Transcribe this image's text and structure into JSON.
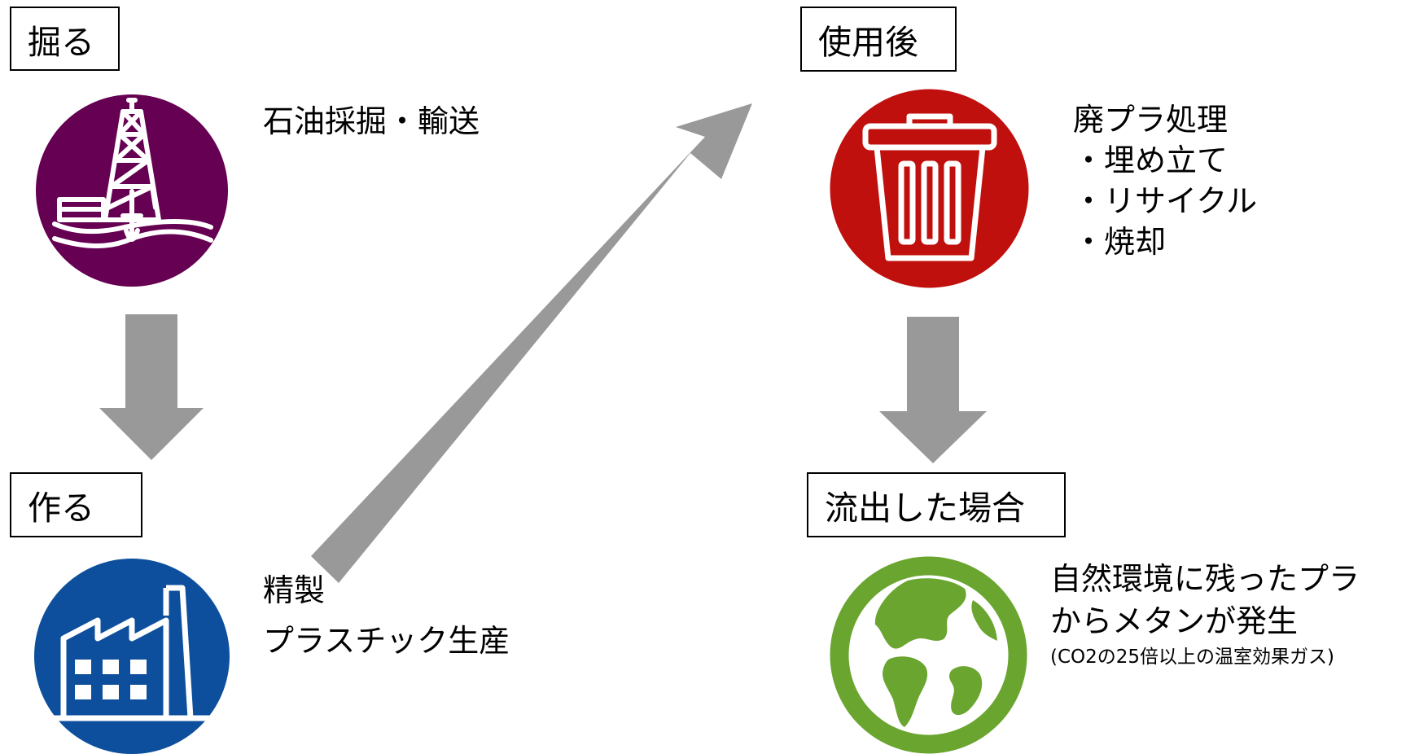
{
  "steps": {
    "dig": {
      "label": "掘る",
      "description": "石油採掘・輸送",
      "icon": "oil-rig-icon",
      "color": "#660052"
    },
    "make": {
      "label": "作る",
      "description_lines": [
        "精製",
        "プラスチック生産"
      ],
      "icon": "factory-icon",
      "color": "#0d4f9c"
    },
    "after_use": {
      "label": "使用後",
      "description_lines": [
        "廃プラ処理",
        "・埋め立て",
        "・リサイクル",
        "・焼却"
      ],
      "icon": "trash-can-icon",
      "color": "#c0100e"
    },
    "leak": {
      "label": "流出した場合",
      "description_lines": [
        "自然環境に残ったプラ",
        "からメタンが発生"
      ],
      "note": "(CO2の25倍以上の温室効果ガス)",
      "icon": "earth-globe-icon",
      "color": "#6aa530"
    }
  },
  "colors": {
    "arrow": "#999999"
  }
}
